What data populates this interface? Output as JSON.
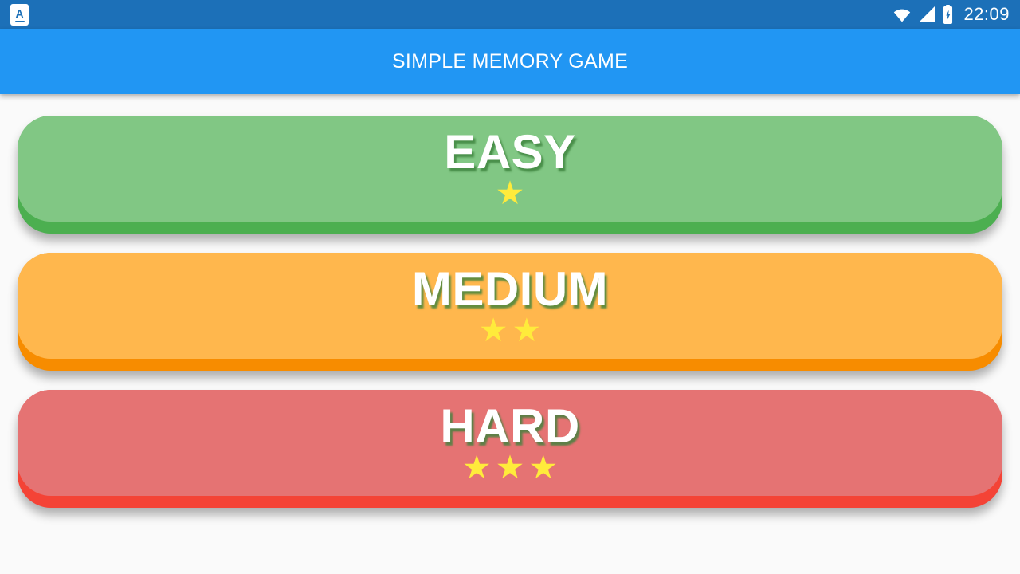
{
  "status_bar": {
    "time": "22:09",
    "bg_color": "#1C70B8",
    "notification_icon_letter": "A",
    "icons": [
      "wifi-icon",
      "cellular-signal-icon",
      "battery-charging-icon"
    ]
  },
  "app_bar": {
    "title": "SIMPLE MEMORY GAME",
    "bg_color": "#2196F3",
    "text_color": "#FFFFFF"
  },
  "page": {
    "bg_color": "#FAFAFA"
  },
  "styles": {
    "star_color": "#FFEB3B",
    "label_color": "#FFFFFF",
    "label_shadow_color": "rgba(60,130,60,0.8)"
  },
  "buttons": [
    {
      "label": "EASY",
      "star_count": 1,
      "stars": "★",
      "face_color": "#81C784",
      "edge_color": "#4CAF50"
    },
    {
      "label": "MEDIUM",
      "star_count": 2,
      "stars": "★★",
      "face_color": "#FFB74D",
      "edge_color": "#F78C00"
    },
    {
      "label": "HARD",
      "star_count": 3,
      "stars": "★★★",
      "face_color": "#E57373",
      "edge_color": "#F44336"
    }
  ]
}
